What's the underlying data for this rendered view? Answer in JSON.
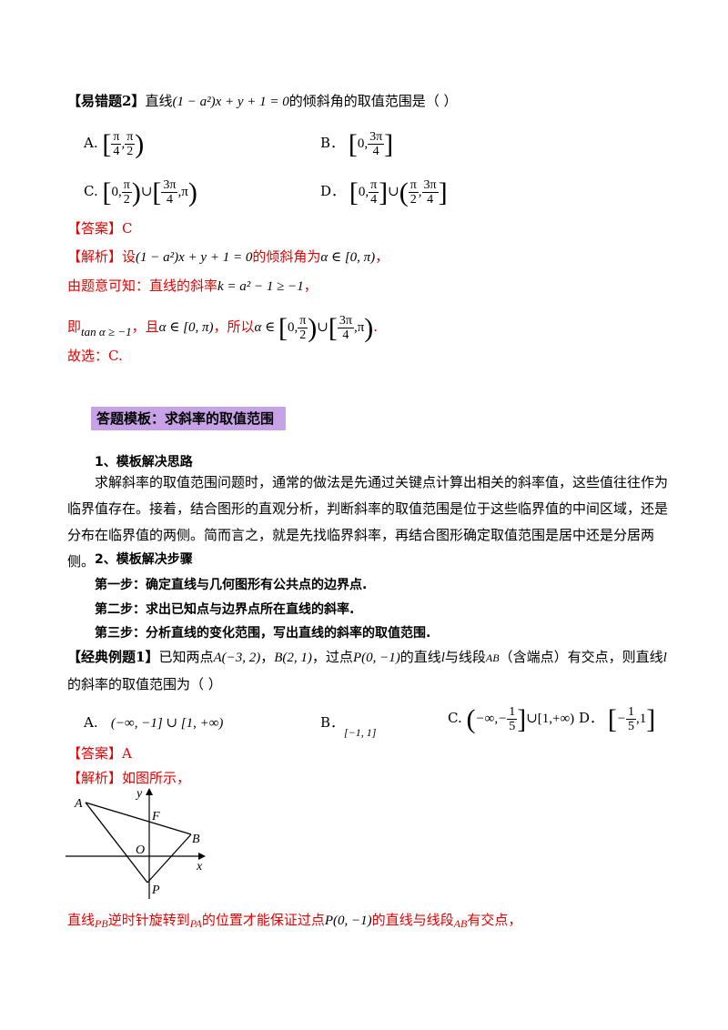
{
  "q1": {
    "tag": "【易错题2】",
    "stem_pre": "直线",
    "eq": "(1 − a²)x + y + 1 = 0",
    "stem_post": "的倾斜角的取值范围是（    ）",
    "opt_a": "A.",
    "opt_b": "B．",
    "opt_c": "C.",
    "opt_d": "D．",
    "answer_label": "【答案】",
    "answer": "C",
    "analysis_label": "【解析】",
    "a1_pre": "设",
    "a1_eq": "(1 − a²)x + y + 1 = 0",
    "a1_mid": "的倾斜角为",
    "a1_alpha": "α ∈ [0, π)",
    "a1_end": "，",
    "a2": "由题意可知：直线的斜率",
    "a2_eq": "k = a² − 1 ≥ −1",
    "a2_end": "，",
    "a3_pre": "即",
    "a3_tan": "tan α ≥ −1",
    "a3_mid": "，且",
    "a3_alpha": "α ∈ [0, π)",
    "a3_so": "，所以",
    "a3_end": ".",
    "a4": "故选：C."
  },
  "template": {
    "banner": "答题模板：求斜率的取值范围",
    "h1": "1、模板解决思路",
    "para": "求解斜率的取值范围问题时，通常的做法是先通过关键点计算出相关的斜率值，这些值往往作为临界值存在。接着，结合图形的直观分析，判断斜率的取值范围是位于这些临界值的中间区域，还是分布在临界值的两侧。简而言之，就是先找临界斜率，再结合图形确定取值范围是居中还是分居两侧。",
    "h2": "2、模板解决步骤",
    "s1": "第一步：确定直线与几何图形有公共点的边界点.",
    "s2": "第二步：求出已知点与边界点所在直线的斜率.",
    "s3": "第三步：分析直线的变化范围，写出直线的斜率的取值范围."
  },
  "q2": {
    "tag": "【经典例题1】",
    "t1": "已知两点",
    "A": "A(−3, 2)",
    "B": "B(2, 1)",
    "t2": "，过点",
    "P": "P(0, −1)",
    "t3": "的直线",
    "l": "l",
    "t4": "与线段",
    "AB": "AB",
    "t5": "（含端点）有交点，则直线",
    "t6": "的斜率的取值范围为（    ）",
    "opt_a": "A.",
    "opt_a_val": "(−∞, −1] ∪ [1, +∞)",
    "opt_b": "B．",
    "opt_b_val": "[−1, 1]",
    "opt_c": "C.",
    "opt_d": "D．",
    "answer_label": "【答案】",
    "answer": "A",
    "analysis_label": "【解析】",
    "analysis": "如图所示，",
    "fig": {
      "A": "A",
      "B": "B",
      "F": "F",
      "O": "O",
      "P": "P",
      "x": "x",
      "y": "y"
    },
    "last_pre": "直线",
    "PB": "PB",
    "last_mid1": "逆时针旋转到",
    "PA": "PA",
    "last_mid2": "的位置才能保证过点",
    "last_P": "P(0, −1)",
    "last_mid3": "的直线与线段",
    "last_AB": "AB",
    "last_end": "有交点，"
  }
}
